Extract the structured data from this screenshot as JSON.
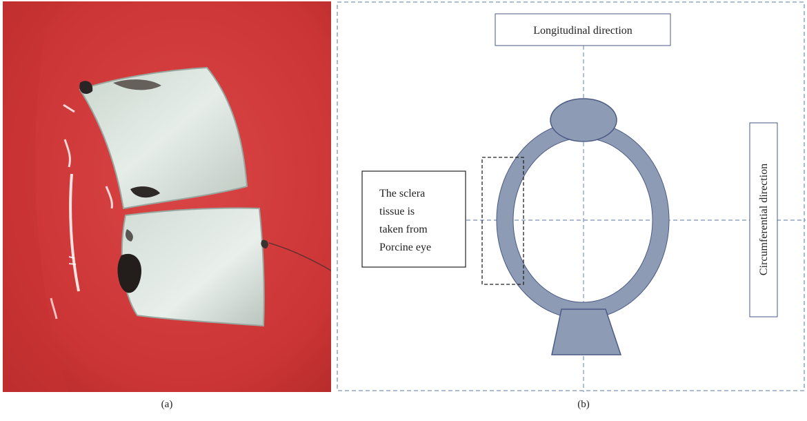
{
  "panel_a": {
    "caption": "(a)"
  },
  "panel_b": {
    "caption": "(b)",
    "longitudinal_label": "Longitudinal direction",
    "circumferential_label": "Circumferential direction",
    "sclera_note_lines": [
      "The sclera",
      "tissue is",
      "taken from",
      "Porcine eye"
    ]
  },
  "colors": {
    "tray_red": "#d23a3a",
    "eye_fill": "#8e9bb5",
    "eye_stroke": "#4a5a85",
    "guide_line": "#7d95b8"
  }
}
